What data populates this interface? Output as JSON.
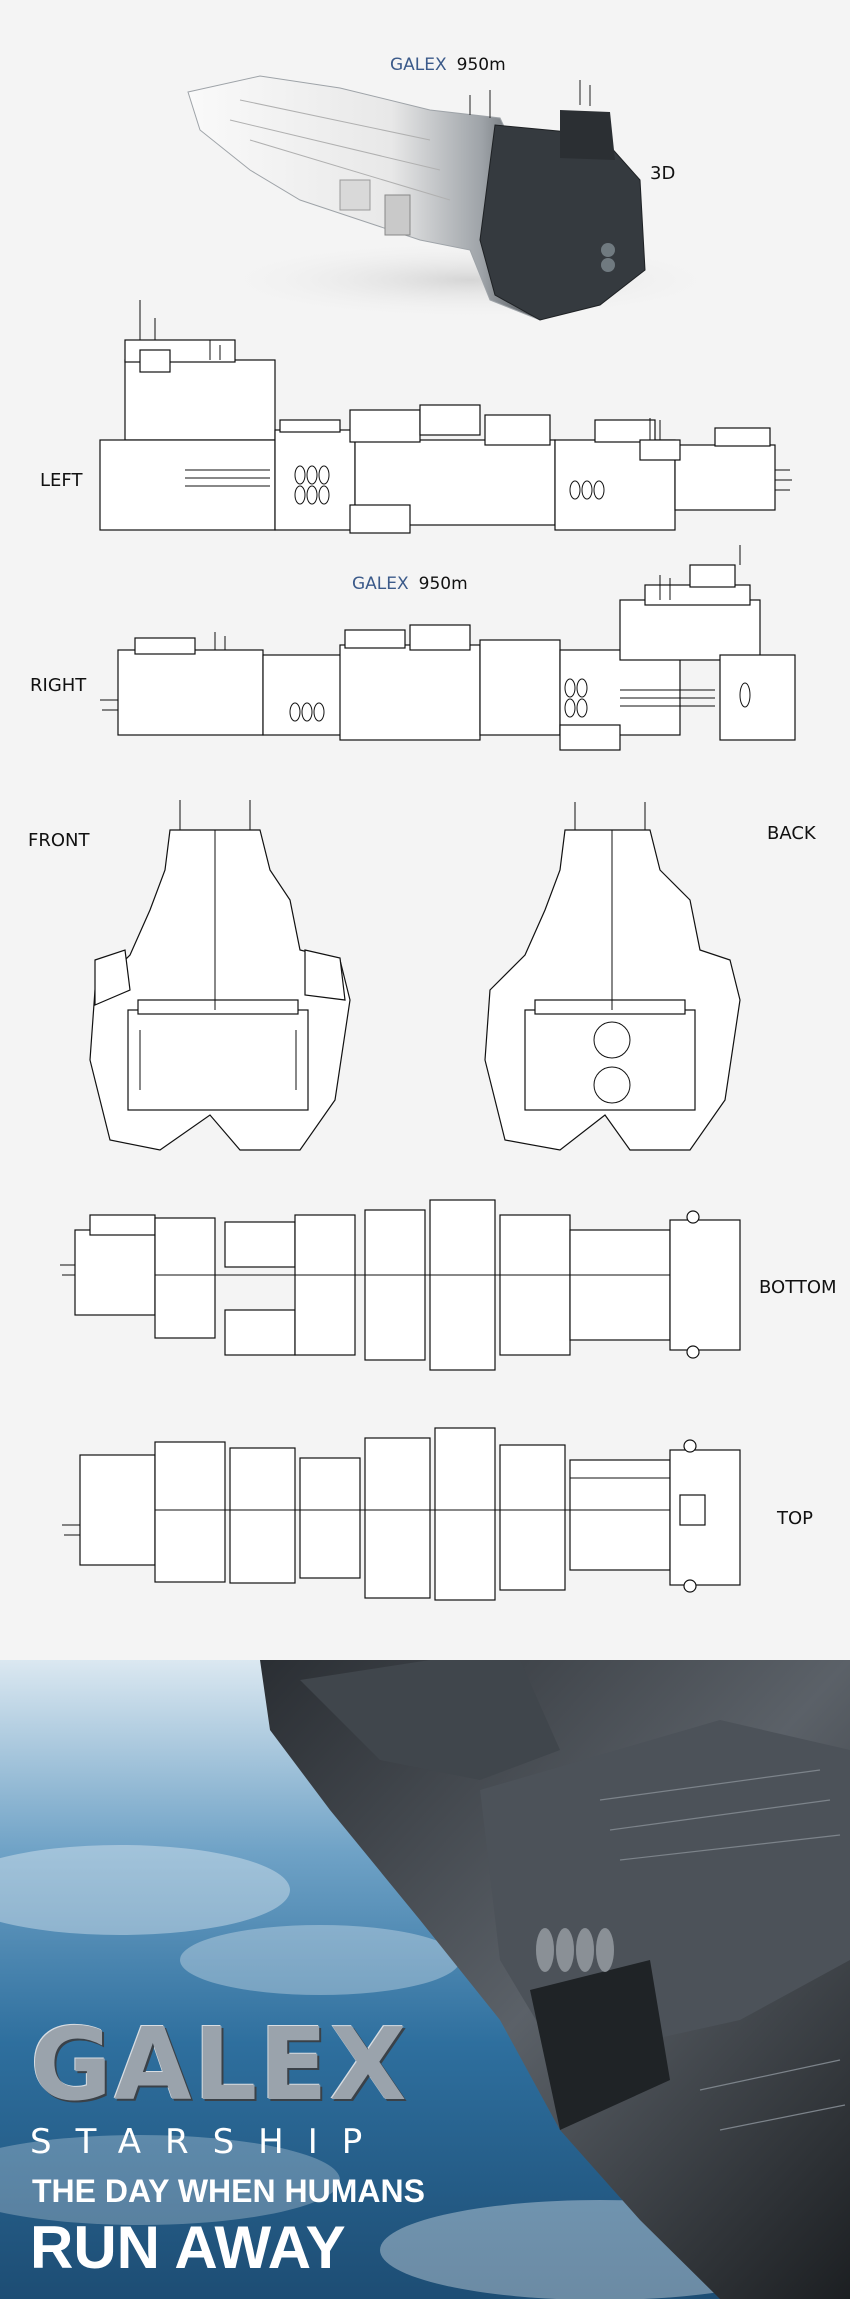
{
  "header": {
    "name": "GALEX",
    "length": "950m"
  },
  "views": {
    "three_d": "3D",
    "left": "LEFT",
    "right": "RIGHT",
    "front": "FRONT",
    "back": "BACK",
    "bottom": "BOTTOM",
    "top": "TOP"
  },
  "mid_header": {
    "name": "GALEX",
    "length": "950m"
  },
  "poster": {
    "title": "GALEX",
    "subtitle": "STARSHIP",
    "tagline_1": "THE DAY WHEN HUMANS",
    "tagline_2": "RUN AWAY"
  },
  "colors": {
    "brand_blue": "#3b5a8a",
    "sky_blue": "#2e6f9e",
    "hull_grey": "#4a5057"
  }
}
